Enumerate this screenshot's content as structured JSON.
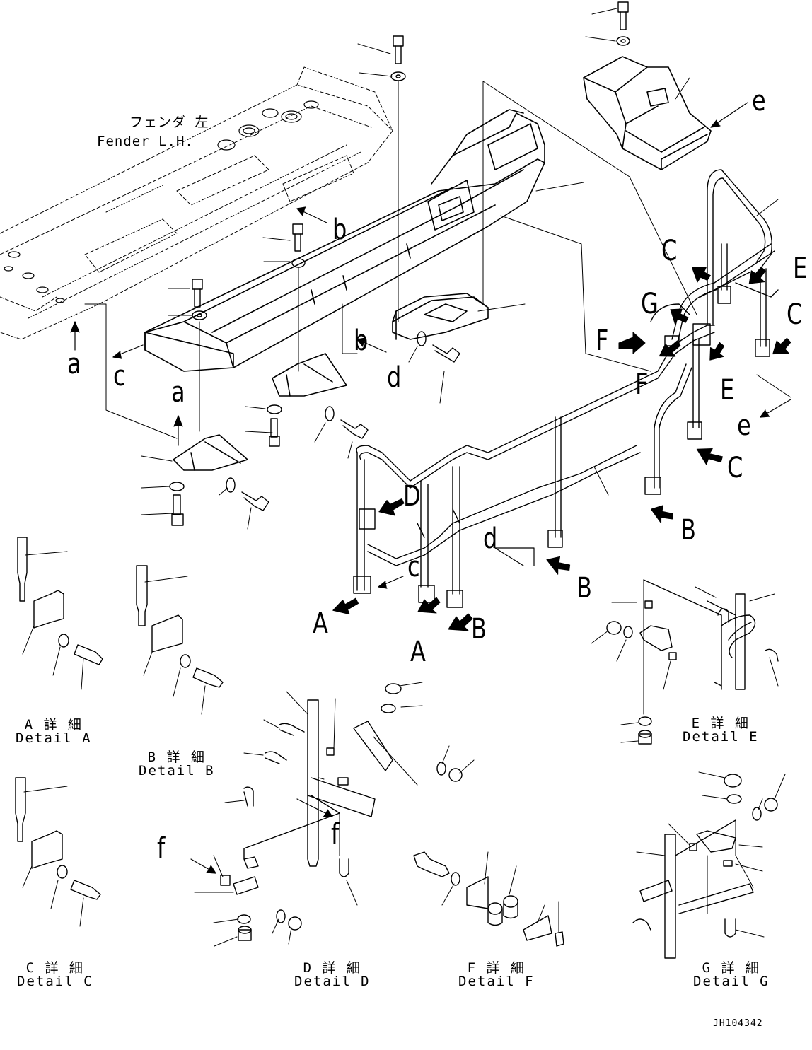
{
  "fender": {
    "jp": "フェンダ 左",
    "en": "Fender L.H."
  },
  "callouts": {
    "a": "a",
    "b": "b",
    "c": "c",
    "d": "d",
    "e": "e",
    "f": "f",
    "A": "A",
    "B": "B",
    "C": "C",
    "D": "D",
    "E": "E",
    "F": "F",
    "G": "G"
  },
  "details": {
    "A": {
      "jp": "A 詳 細",
      "en": "Detail A"
    },
    "B": {
      "jp": "B 詳 細",
      "en": "Detail B"
    },
    "C": {
      "jp": "C 詳 細",
      "en": "Detail C"
    },
    "D": {
      "jp": "D 詳 細",
      "en": "Detail D"
    },
    "E": {
      "jp": "E 詳 細",
      "en": "Detail E"
    },
    "F": {
      "jp": "F 詳 細",
      "en": "Detail F"
    },
    "G": {
      "jp": "G 詳 細",
      "en": "Detail G"
    }
  },
  "drawing_code": "JH104342"
}
